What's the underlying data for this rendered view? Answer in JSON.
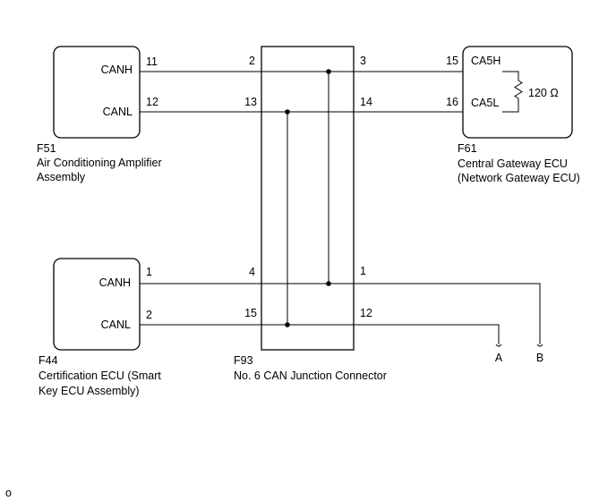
{
  "components": {
    "f51": {
      "code": "F51",
      "name_line1": "Air Conditioning Amplifier",
      "name_line2": "Assembly",
      "pin_canh": "CANH",
      "pin_canl": "CANL",
      "canh_pin_no": "11",
      "canl_pin_no": "12"
    },
    "f61": {
      "code": "F61",
      "name_line1": "Central Gateway ECU",
      "name_line2": "(Network Gateway ECU)",
      "pin_ca5h": "CA5H",
      "pin_ca5l": "CA5L",
      "ca5h_pin_no": "15",
      "ca5l_pin_no": "16",
      "resistor_label": "120 Ω"
    },
    "f44": {
      "code": "F44",
      "name_line1": "Certification ECU (Smart",
      "name_line2": "Key ECU Assembly)",
      "pin_canh": "CANH",
      "pin_canl": "CANL",
      "canh_pin_no": "1",
      "canl_pin_no": "2"
    },
    "f93": {
      "code": "F93",
      "name": "No. 6 CAN Junction Connector",
      "pins": {
        "p2": "2",
        "p3": "3",
        "p13": "13",
        "p14": "14",
        "p4": "4",
        "p1": "1",
        "p15": "15",
        "p12": "12"
      }
    }
  },
  "terminals": {
    "a": "A",
    "b": "B"
  },
  "footer_mark": "o",
  "colors": {
    "line": "#000000",
    "background": "#ffffff"
  },
  "icons": [
    "resistor-icon",
    "splice-dot-icon",
    "terminal-end-icon"
  ]
}
